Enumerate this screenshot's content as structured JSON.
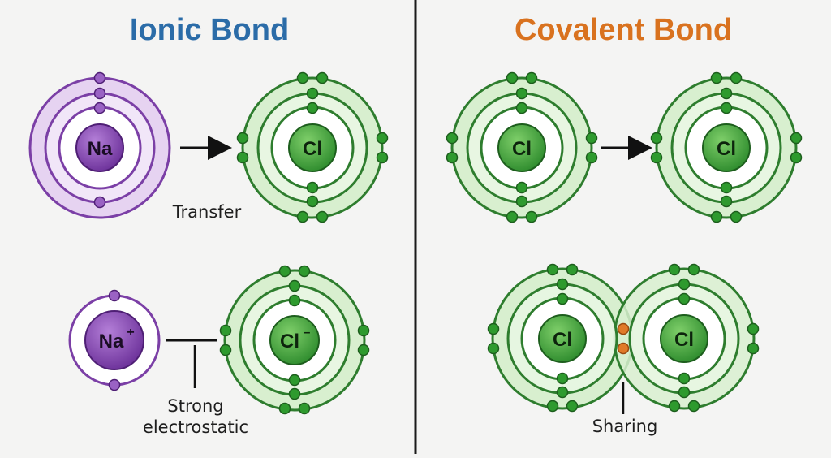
{
  "ionic": {
    "title": "Ionic Bond",
    "transfer_label": "Transfer",
    "strong_label_line1": "Strong",
    "strong_label_line2": "electrostatic"
  },
  "covalent": {
    "title": "Covalent Bond",
    "sharing_label": "Sharing"
  },
  "atoms": {
    "na": "Na",
    "cl": "Cl",
    "na_ion": "Na",
    "na_ion_charge": "+",
    "cl_ion": "Cl",
    "cl_ion_charge": "–"
  },
  "colors": {
    "ionic_title": "#2b6ca8",
    "covalent_title": "#d9721f",
    "sodium": "#7b3fa6",
    "chlorine": "#2e8b2e",
    "shared_electron": "#e07a28",
    "divider": "#1a1a1a"
  }
}
